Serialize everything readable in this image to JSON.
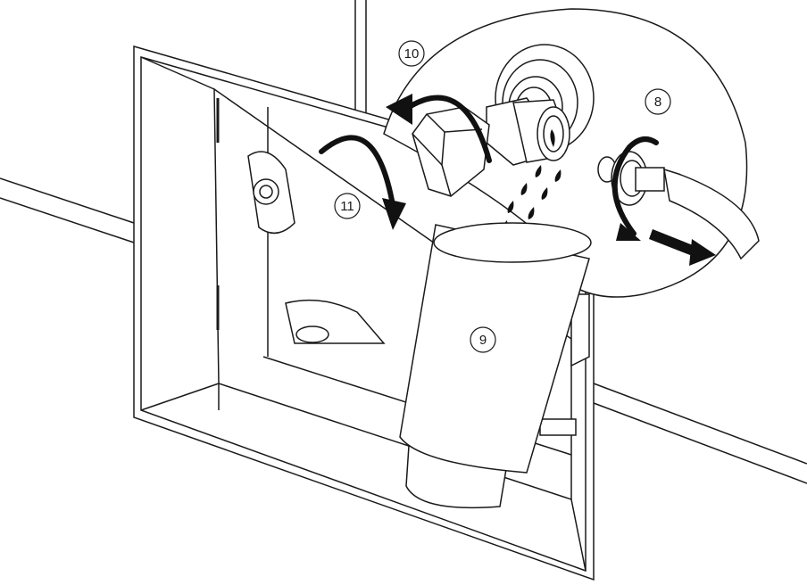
{
  "figure": {
    "steps": [
      {
        "id": "step-8",
        "label": "8"
      },
      {
        "id": "step-9",
        "label": "9"
      },
      {
        "id": "step-10",
        "label": "10"
      },
      {
        "id": "step-11",
        "label": "11"
      }
    ],
    "colors": {
      "line": "#1a1a1a",
      "fill": "#ffffff",
      "arrow": "#111111",
      "shadow": "#c8c8c8"
    }
  }
}
